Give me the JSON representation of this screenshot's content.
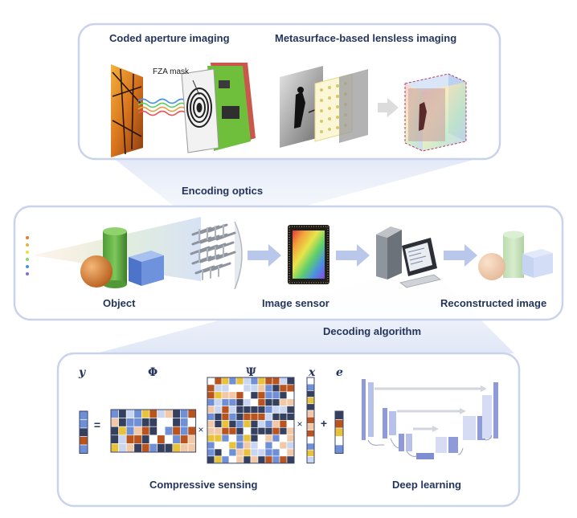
{
  "top_panel": {
    "left_title": "Coded aperture imaging",
    "right_title": "Metasurface-based lensless imaging",
    "mask_label": "FZA mask"
  },
  "connector_labels": {
    "encoding": "Encoding optics",
    "decoding": "Decoding algorithm"
  },
  "middle_panel": {
    "object_label": "Object",
    "sensor_label": "Image sensor",
    "reconstructed_label": "Reconstructed image"
  },
  "bottom_panel": {
    "symbols": {
      "y": "y",
      "phi": "Φ",
      "psi": "Ψ",
      "x": "x",
      "e": "e"
    },
    "operators": {
      "equals": "=",
      "times": "×",
      "plus": "+"
    },
    "cs_label": "Compressive sensing",
    "dl_label": "Deep learning"
  },
  "colors": {
    "frame": "#c9d3ec",
    "text": "#24355c",
    "matrix_palette": [
      "#34405e",
      "#b9541f",
      "#e8c23a",
      "#6f8fd6",
      "#f2c9a6",
      "#c9d6f2",
      "#ffffff"
    ]
  },
  "icons": [
    "butterfly-image",
    "fza-mask-icon",
    "camera-sensor-icon",
    "metasurface-icon",
    "computer-icon",
    "unet-icon"
  ]
}
